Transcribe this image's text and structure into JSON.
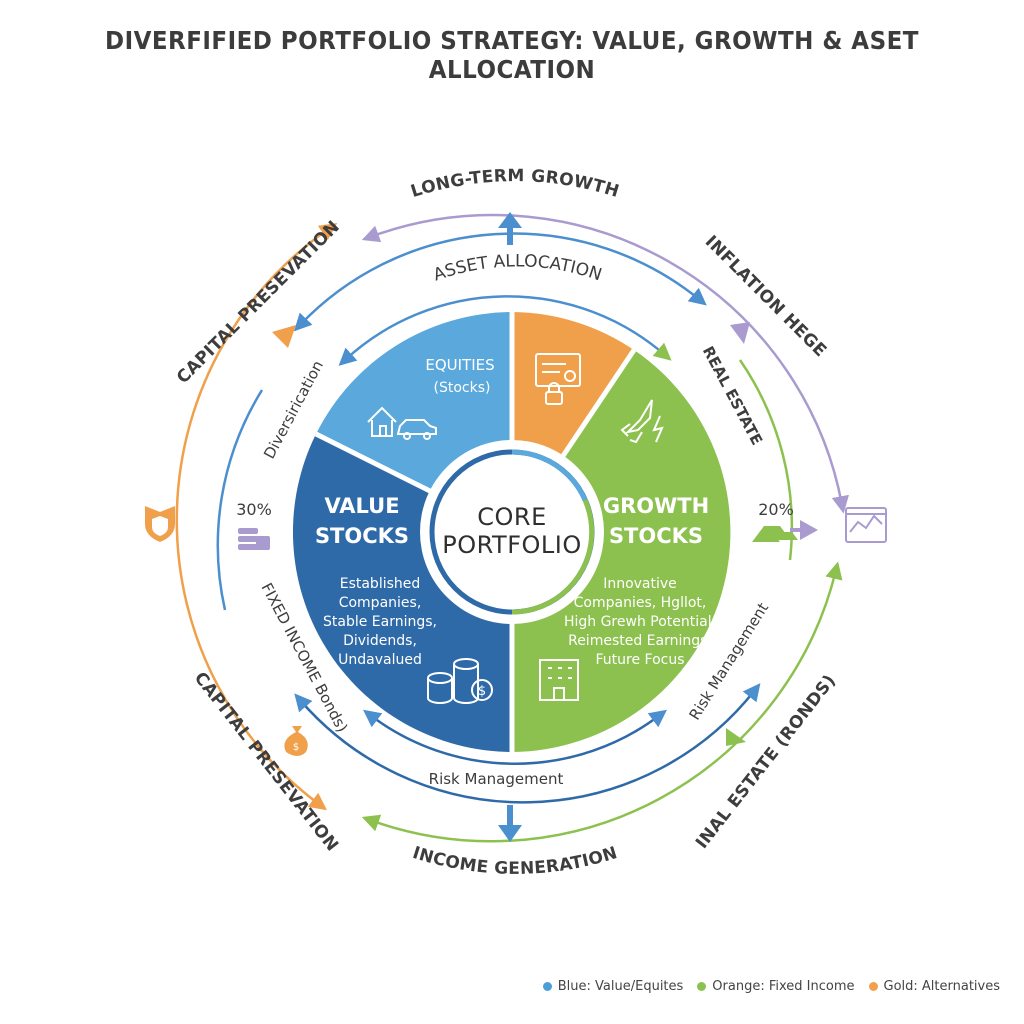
{
  "title": "DIVERFIFIED PORTFOLIO STRATEGY: VALUE, GROWTH & ASET ALLOCATION",
  "center": {
    "line1": "CORE",
    "line2": "PORTFOLIO"
  },
  "wedges": {
    "equities": {
      "title": "EQUITIES",
      "subtitle": "(Stocks)"
    },
    "value": {
      "title1": "VALUE",
      "title2": "STOCKS",
      "lines": [
        "Established",
        "Companies,",
        "Stable Earnings,",
        "Dividends,",
        "Undavalued"
      ]
    },
    "growth": {
      "title1": "GROWTH",
      "title2": "STOCKS",
      "lines": [
        "Innovative",
        "Companies, Hgllot,",
        "High Grewh Potential,",
        "Reimested Earnings,",
        "Future Focus"
      ]
    }
  },
  "ring_labels": {
    "asset_allocation": "ASSET ALLOCATION",
    "diversification": "Diversirication",
    "real_estate": "REAL ESTATE",
    "risk_management_right": "Risk Management",
    "risk_management_bottom": "Risk Management",
    "fixed_income": "FIXED INCOME Bonds)",
    "pct_left": "30%",
    "pct_right": "20%"
  },
  "outer_labels": {
    "top": "LONG-TERM GROWTH",
    "top_left": "CAPITAL PRESEVATION",
    "top_right": "INFLATION HEGE",
    "bottom": "INCOME GENERATION",
    "bottom_left": "CAPITAL PRESEVATION",
    "bottom_right": "INAL ESTATE (RONDS)"
  },
  "legend": [
    {
      "label": "Blue: Value/Equites",
      "color": "#4a9fd8"
    },
    {
      "label": "Orange: Fixed Income",
      "color": "#8cc152"
    },
    {
      "label": "Gold: Alternatives",
      "color": "#f2a04b"
    }
  ],
  "colors": {
    "equities": "#5aa8dc",
    "value": "#2f6aa8",
    "growth": "#8dc14f",
    "fixed": "#f0a04b",
    "ring_blue": "#4b8fcf",
    "ring_purple": "#a99bd0",
    "ring_green": "#8dc14f",
    "ring_orange": "#f0a04b"
  },
  "icons": [
    "house-icon",
    "car-icon",
    "certificate-lock-icon",
    "rocket-icon",
    "coins-icon",
    "building-icon",
    "shield-icon",
    "money-stack-icon",
    "gold-bars-icon",
    "chart-board-icon",
    "money-bag-icon"
  ]
}
